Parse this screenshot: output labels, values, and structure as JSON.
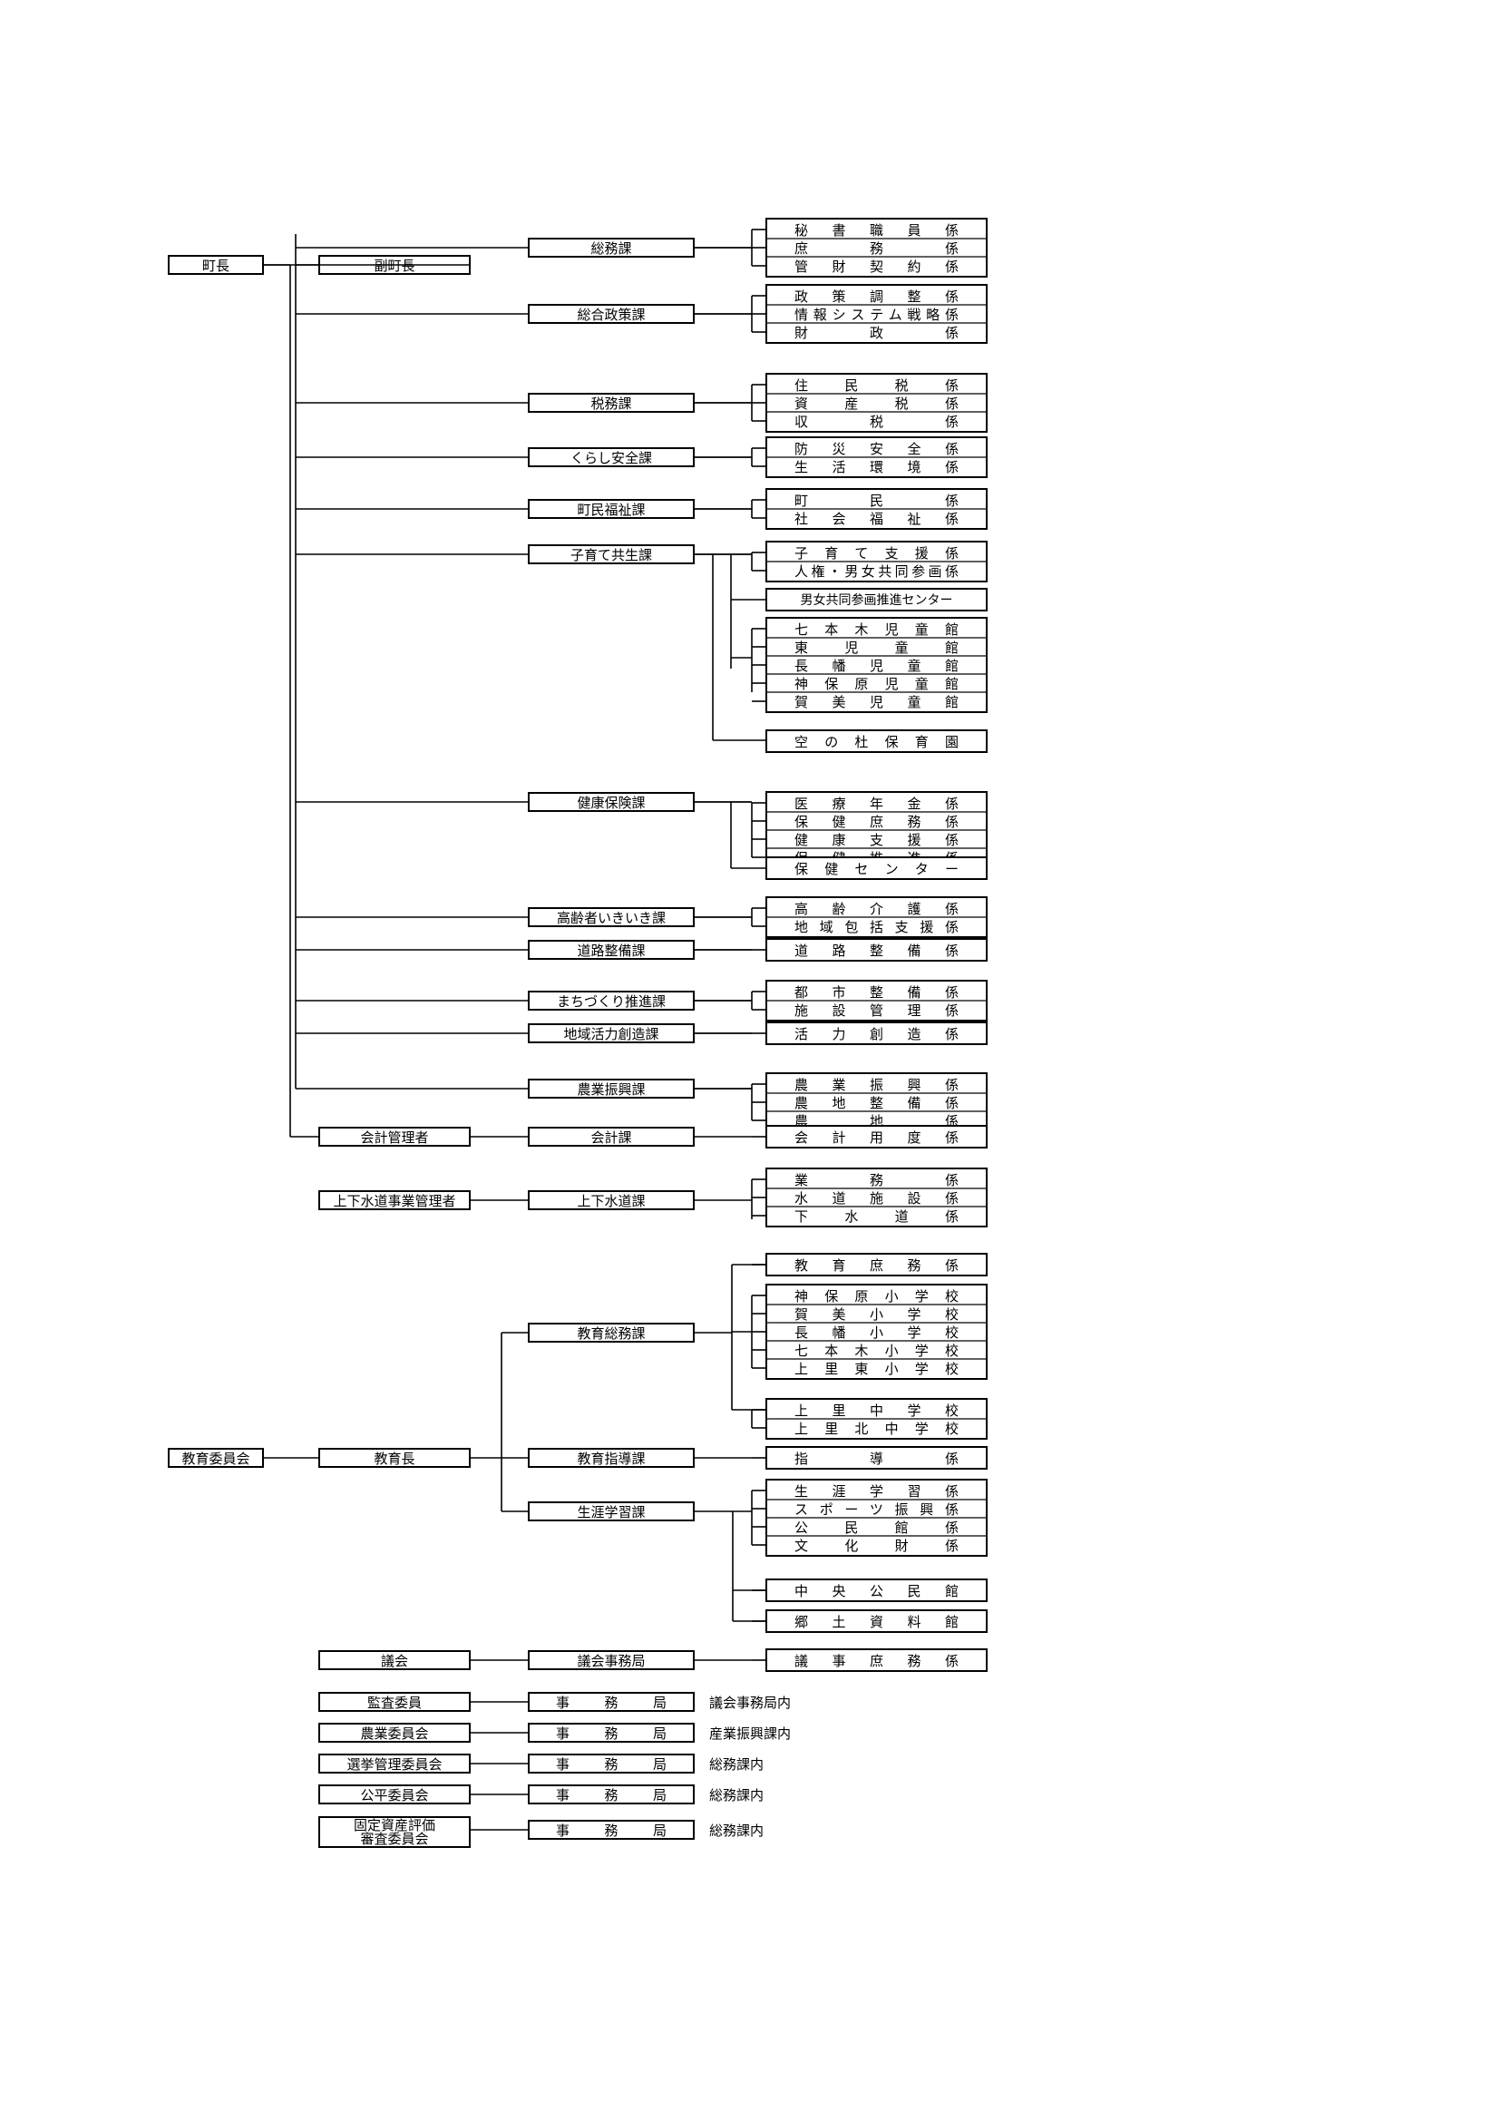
{
  "executives": {
    "mayor": "町長",
    "vice_mayor": "副町長",
    "accountant": "会計管理者",
    "water_manager": "上下水道事業管理者",
    "board_of_education": "教育委員会",
    "superintendent": "教育長",
    "assembly": "議会"
  },
  "departments": [
    {
      "name": "総務課",
      "sections": [
        "秘書職員係",
        "庶務係",
        "管財契約係"
      ]
    },
    {
      "name": "総合政策課",
      "sections": [
        "政策調整係",
        "情報システム戦略係",
        "財政係"
      ]
    },
    {
      "name": "税務課",
      "sections": [
        "住民税係",
        "資産税係",
        "収税係"
      ]
    },
    {
      "name": "くらし安全課",
      "sections": [
        "防災安全係",
        "生活環境係"
      ]
    },
    {
      "name": "町民福祉課",
      "sections": [
        "町民係",
        "社会福祉係"
      ]
    },
    {
      "name": "子育て共生課",
      "sections": [
        "子育て支援係",
        "人権・男女共同参画係"
      ],
      "facilities": [
        "男女共同参画推進センター",
        "七本木児童館",
        "東児童館",
        "長幡児童館",
        "神保原児童館",
        "賀美児童館",
        "空の杜保育園"
      ]
    },
    {
      "name": "健康保険課",
      "sections": [
        "医療年金係",
        "保健庶務係",
        "健康支援係",
        "保健推進係"
      ],
      "facilities": [
        "保健センター"
      ]
    },
    {
      "name": "高齢者いきいき課",
      "sections": [
        "高齢介護係",
        "地域包括支援係"
      ]
    },
    {
      "name": "道路整備課",
      "sections": [
        "道路整備係"
      ]
    },
    {
      "name": "まちづくり推進課",
      "sections": [
        "都市整備係",
        "施設管理係"
      ]
    },
    {
      "name": "地域活力創造課",
      "sections": [
        "活力創造係"
      ]
    },
    {
      "name": "農業振興課",
      "sections": [
        "農業振興係",
        "農地整備係",
        "農地係"
      ]
    }
  ],
  "accounting": {
    "name": "会計課",
    "sections": [
      "会計用度係"
    ]
  },
  "water": {
    "name": "上下水道課",
    "sections": [
      "業務係",
      "水道施設係",
      "下水道係"
    ]
  },
  "education": [
    {
      "name": "教育総務課",
      "sections": [
        "教育庶務係"
      ],
      "schools": [
        "神保原小学校",
        "賀美小学校",
        "長幡小学校",
        "七本木小学校",
        "上里東小学校",
        "上里中学校",
        "上里北中学校"
      ]
    },
    {
      "name": "教育指導課",
      "sections": [
        "指導係"
      ]
    },
    {
      "name": "生涯学習課",
      "sections": [
        "生涯学習係",
        "スポーツ振興係",
        "公民館係",
        "文化財係"
      ],
      "facilities": [
        "中央公民館",
        "郷土資料館"
      ]
    }
  ],
  "assembly_office": {
    "name": "議会事務局",
    "sections": [
      "議事庶務係"
    ]
  },
  "committees": [
    {
      "name": "監査委員",
      "office": "事務局",
      "note": "議会事務局内"
    },
    {
      "name": "農業委員会",
      "office": "事務局",
      "note": "産業振興課内"
    },
    {
      "name": "選挙管理委員会",
      "office": "事務局",
      "note": "総務課内"
    },
    {
      "name": "公平委員会",
      "office": "事務局",
      "note": "総務課内"
    },
    {
      "name": "固定資産評価審査委員会",
      "name_lines": [
        "固定資産評価",
        "審査委員会"
      ],
      "office": "事務局",
      "note": "総務課内"
    }
  ]
}
